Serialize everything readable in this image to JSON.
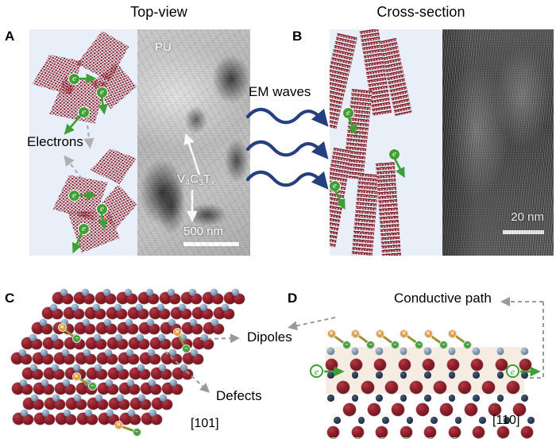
{
  "figure": {
    "columns": [
      {
        "id": "top-view",
        "title": "Top-view"
      },
      {
        "id": "cross-section",
        "title": "Cross-section"
      }
    ],
    "panels": [
      {
        "letter": "A",
        "column": "top-view",
        "kind": "schematic+tem"
      },
      {
        "letter": "B",
        "column": "cross-section",
        "kind": "schematic+tem"
      },
      {
        "letter": "C",
        "column": "top-view",
        "kind": "atomic-model"
      },
      {
        "letter": "D",
        "column": "cross-section",
        "kind": "atomic-model"
      }
    ]
  },
  "panel_a": {
    "letter": "A",
    "schematic_label": "Electrons",
    "tem": {
      "polymer_label": "PU",
      "material_label_parts": {
        "v": "V",
        "v_sub": "4",
        "c": "C",
        "c_sub": "3",
        "t": "T",
        "t_sub": "x"
      },
      "material_label_plain": "V4C3Tx",
      "scalebar_text": "500 nm"
    },
    "electron_glyph": "e"
  },
  "panel_b": {
    "letter": "B",
    "em_waves_label": "EM waves",
    "wave_count": 3,
    "tem": {
      "scalebar_text": "20 nm"
    },
    "electron_glyph": "e"
  },
  "panel_c": {
    "letter": "C",
    "labels": {
      "dipoles": "Dipoles",
      "defects": "Defects",
      "direction": "[101]"
    },
    "dipole_pos_glyph": "✕",
    "dipole_neg_glyph": "–",
    "electron_glyph": "e"
  },
  "panel_d": {
    "letter": "D",
    "labels": {
      "conductive_path": "Conductive path",
      "direction": "[110]"
    },
    "dipole_pos_glyph": "✕",
    "dipole_neg_glyph": "–",
    "electron_glyph": "e",
    "electron_count": 2
  },
  "colors": {
    "schematic_bg": "#e9eff8",
    "mxene_red": "#7d1d28",
    "electron_green": "#3e9f36",
    "wave_navy": "#25407e",
    "dipole_orange": "#e59a38",
    "dipole_green": "#4aa03c",
    "vanadium_red": "#8e1f2b",
    "carbon_blue": "#4f6a8a",
    "slab_cream": "#f7ece1",
    "leader_grey": "#9a9a9a",
    "text_black": "#000000",
    "tem_overlay_white": "#ffffff"
  }
}
